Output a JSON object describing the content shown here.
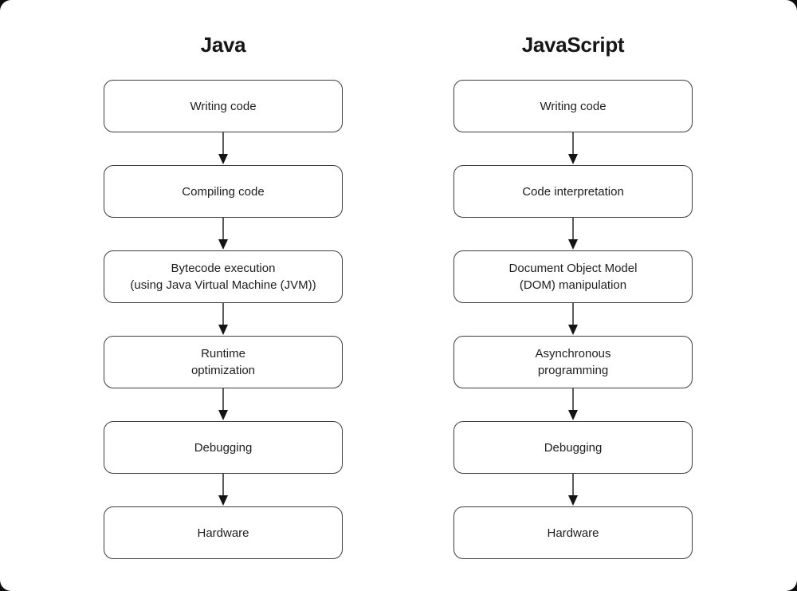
{
  "diagram": {
    "columns": [
      {
        "title": "Java",
        "steps": [
          {
            "lines": [
              "Writing code"
            ]
          },
          {
            "lines": [
              "Compiling code"
            ]
          },
          {
            "lines": [
              "Bytecode execution",
              "(using Java Virtual Machine (JVM))"
            ]
          },
          {
            "lines": [
              "Runtime",
              "optimization"
            ]
          },
          {
            "lines": [
              "Debugging"
            ]
          },
          {
            "lines": [
              "Hardware"
            ]
          }
        ]
      },
      {
        "title": "JavaScript",
        "steps": [
          {
            "lines": [
              "Writing code"
            ]
          },
          {
            "lines": [
              "Code interpretation"
            ]
          },
          {
            "lines": [
              "Document Object Model",
              "(DOM) manipulation"
            ]
          },
          {
            "lines": [
              "Asynchronous",
              "programming"
            ]
          },
          {
            "lines": [
              "Debugging"
            ]
          },
          {
            "lines": [
              "Hardware"
            ]
          }
        ]
      }
    ],
    "colors": {
      "background": "#ffffff",
      "box_border": "#3e3e3e",
      "box_fill": "#ffffff",
      "text": "#1e1e1e",
      "title_text": "#161616",
      "arrow_stem": "#5c5c5c",
      "arrow_head": "#141414"
    }
  }
}
